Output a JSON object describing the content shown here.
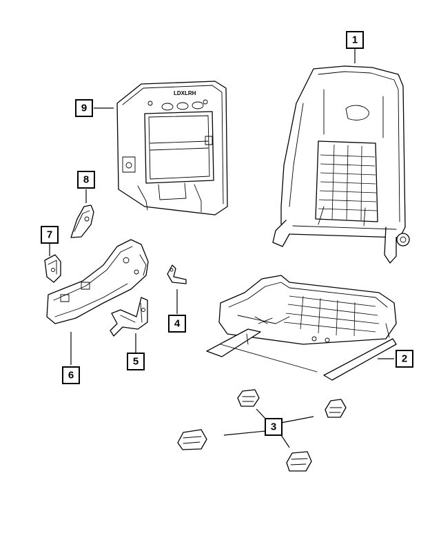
{
  "diagram": {
    "callouts": [
      {
        "id": "1",
        "label": "1"
      },
      {
        "id": "2",
        "label": "2"
      },
      {
        "id": "3",
        "label": "3"
      },
      {
        "id": "4",
        "label": "4"
      },
      {
        "id": "5",
        "label": "5"
      },
      {
        "id": "6",
        "label": "6"
      },
      {
        "id": "7",
        "label": "7"
      },
      {
        "id": "8",
        "label": "8"
      },
      {
        "id": "9",
        "label": "9"
      }
    ],
    "seatback_panel_stamp": "LDXLRH"
  }
}
